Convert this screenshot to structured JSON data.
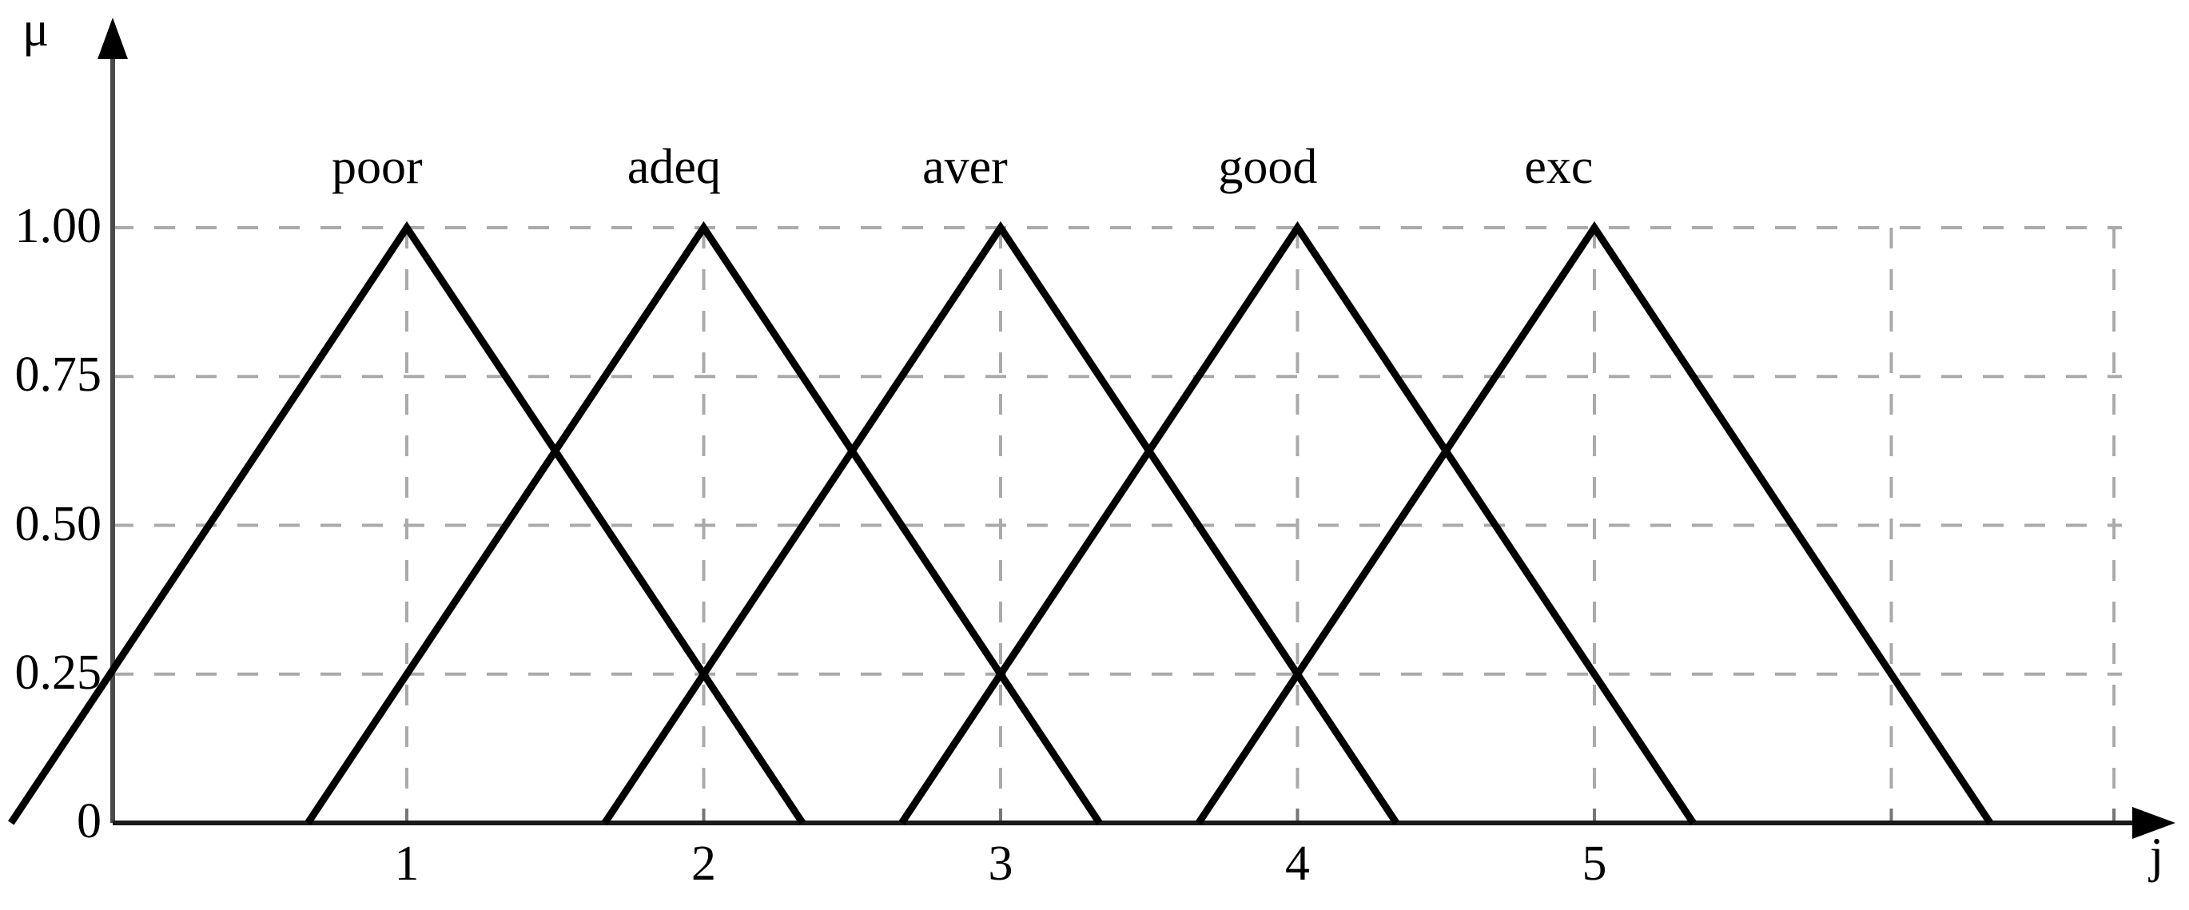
{
  "chart_data": {
    "type": "line",
    "title": "",
    "subtitle": "",
    "xlabel": "j",
    "ylabel": "μ",
    "xlim": [
      -0.333,
      6.5
    ],
    "ylim": [
      0,
      1.12
    ],
    "grid": true,
    "grid_style": "dashed",
    "legend_position": "inline-above-peaks",
    "x_tick_labels": [
      "1",
      "2",
      "3",
      "4",
      "5"
    ],
    "x_tick_values": [
      1,
      2,
      3,
      4,
      5
    ],
    "y_tick_labels": [
      "0",
      "0.25",
      "0.50",
      "0.75",
      "1.00"
    ],
    "y_tick_values": [
      0,
      0.25,
      0.5,
      0.75,
      1.0
    ],
    "gridline_x_values": [
      1,
      2,
      3,
      4,
      5,
      6,
      6.75
    ],
    "gridline_y_values": [
      0.25,
      0.5,
      0.75,
      1.0
    ],
    "annotations": [
      {
        "text": "poor",
        "x": 0.9,
        "y": 1.07
      },
      {
        "text": "adeq",
        "x": 1.9,
        "y": 1.07
      },
      {
        "text": "aver",
        "x": 2.88,
        "y": 1.07
      },
      {
        "text": "good",
        "x": 3.9,
        "y": 1.07
      },
      {
        "text": "exc",
        "x": 4.88,
        "y": 1.07
      }
    ],
    "series": [
      {
        "name": "poor",
        "peak": 1,
        "left_base": -0.333,
        "right_base": 2.333,
        "peak_value": 1.0,
        "x": [
          -0.333,
          1,
          2.333
        ],
        "values": [
          0,
          1.0,
          0
        ]
      },
      {
        "name": "adeq",
        "peak": 2,
        "left_base": 0.667,
        "right_base": 3.333,
        "peak_value": 1.0,
        "x": [
          0.667,
          2,
          3.333
        ],
        "values": [
          0,
          1.0,
          0
        ]
      },
      {
        "name": "aver",
        "peak": 3,
        "left_base": 1.667,
        "right_base": 4.333,
        "peak_value": 1.0,
        "x": [
          1.667,
          3,
          4.333
        ],
        "values": [
          0,
          1.0,
          0
        ]
      },
      {
        "name": "good",
        "peak": 4,
        "left_base": 2.667,
        "right_base": 5.333,
        "peak_value": 1.0,
        "x": [
          2.667,
          4,
          5.333
        ],
        "values": [
          0,
          1.0,
          0
        ]
      },
      {
        "name": "exc",
        "peak": 5,
        "left_base": 3.667,
        "right_base": 6.333,
        "peak_value": 1.0,
        "x": [
          3.667,
          5,
          6.333
        ],
        "values": [
          0,
          1.0,
          0
        ]
      }
    ],
    "intersection_values": [
      0.625,
      0.25
    ],
    "colors": {
      "curve": "#000000",
      "axis": "#3a3a3a",
      "grid": "#aaaaaa",
      "background": "#ffffff",
      "text": "#000000"
    }
  },
  "axes": {
    "y_axis_name": "μ",
    "x_axis_name": "j"
  }
}
